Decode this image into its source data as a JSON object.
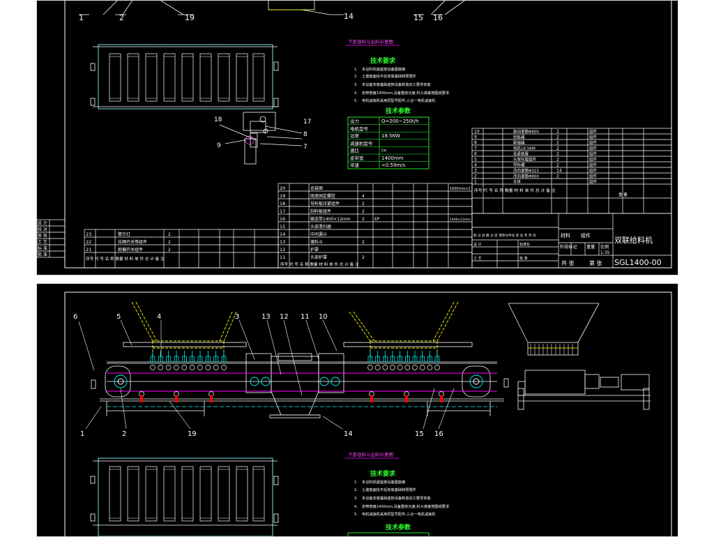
{
  "colors": {
    "sheet_background": "#000000",
    "page_background": "#ffffff",
    "line_white": "#ffffff",
    "line_yellow": "#ffff00",
    "line_cyan": "#00ffff",
    "line_magenta": "#ff00ff",
    "text_green": "#2dff2d",
    "text_magenta": "#ff44ff"
  },
  "top_sheet": {
    "callouts": {
      "n1": "1",
      "n2": "2",
      "n19": "19",
      "n14": "14",
      "n15": "15",
      "n16": "16",
      "n18": "18",
      "n17": "17",
      "n8": "8",
      "n9": "9",
      "n7": "7"
    },
    "magenta_note": "下部混料斗出料示意图",
    "tech_req_title": "技术要求",
    "tech_req_items": [
      "本设料机底座按设备图施做",
      "土建底面找平后安装基础和预埋件",
      "本设备安装基础座按设备制造加工要求安装",
      "皮带宽度1400mm,设备整体长度,料斗高度按图纸要求",
      "电机减速机采用同型号配件,三合一电机减速机"
    ],
    "tech_param_title": "技术参数",
    "tech_params": [
      {
        "label": "出力",
        "value": "Q=200~250t/h"
      },
      {
        "label": "电机型号",
        "value": ""
      },
      {
        "label": "功率",
        "value": "18.5KW"
      },
      {
        "label": "减速机型号",
        "value": ""
      },
      {
        "label": "速比",
        "value": "i="
      },
      {
        "label": "皮带宽",
        "value": "1400mm"
      },
      {
        "label": "带速",
        "value": "<0.59m/s"
      }
    ],
    "right_parts_table": [
      {
        "no": "10",
        "name": "驱动滚筒Φ800",
        "qty": "2",
        "note": "组件"
      },
      {
        "no": "9",
        "name": "刮板器",
        "qty": "2",
        "note": "组件"
      },
      {
        "no": "8",
        "name": "联轴器",
        "qty": "2",
        "note": "组件"
      },
      {
        "no": "7",
        "name": "电机18.5KW",
        "qty": "2",
        "note": "组件"
      },
      {
        "no": "6",
        "name": "张紧装置",
        "qty": "2",
        "note": "组件"
      },
      {
        "no": "5",
        "name": "头架托辊组件",
        "qty": "2",
        "note": "组件"
      },
      {
        "no": "4",
        "name": "导料槽",
        "qty": "2",
        "note": "组件"
      },
      {
        "no": "3",
        "name": "改向滚筒Φ315",
        "qty": "14",
        "note": "组件"
      },
      {
        "no": "2",
        "name": "改向滚筒Φ800",
        "qty": "2",
        "note": "组件"
      },
      {
        "no": "1",
        "name": "车体",
        "qty": "",
        "note": "组件"
      }
    ],
    "right_table_header": "序号 代 号 名 称 数量 材 料 单 件 总 计 备 注",
    "right_table_header_sub": "重 量",
    "middle_parts_table": [
      {
        "no": "20",
        "name": "总装图",
        "qty": ""
      },
      {
        "no": "19",
        "name": "底座固定螺栓",
        "qty": "4"
      },
      {
        "no": "18",
        "name": "导料板压紧组件",
        "qty": "2"
      },
      {
        "no": "17",
        "name": "刮料板组件",
        "qty": "2"
      },
      {
        "no": "16",
        "name": "输送带1400×12mm",
        "qty": "2"
      },
      {
        "no": "15",
        "name": "头部清扫器",
        "qty": ""
      },
      {
        "no": "14",
        "name": "中间漏斗",
        "qty": ""
      },
      {
        "no": "13",
        "name": "落料斗",
        "qty": "2"
      },
      {
        "no": "12",
        "name": "护罩",
        "qty": ""
      },
      {
        "no": "11",
        "name": "头部护罩",
        "qty": "2"
      }
    ],
    "middle_table_extra": {
      "r20": "1600mm×2",
      "r16": "EP",
      "r16b": "1400×12mm"
    },
    "left_parts_table": [
      {
        "no": "23",
        "name": "警示灯",
        "qty": "2"
      },
      {
        "no": "22",
        "name": "拉绳开关等组件",
        "qty": "2"
      },
      {
        "no": "21",
        "name": "跑偏开关组件",
        "qty": "2"
      }
    ],
    "bottom_header": "序号 代 号 名 称 数量 材 料 单 件 总 计 备 注",
    "sign_labels": [
      "设 计",
      "校 对",
      "审 核",
      "工 艺",
      "标 准",
      "批 准"
    ],
    "title_block": {
      "material": "材料",
      "component": "组件",
      "stage_mark": "阶段标记",
      "weight": "重量",
      "scale": "比例",
      "scale_value": "1:35",
      "sheet_count": "共  张",
      "sheet_no": "第  张",
      "drawing_name": "双联给料机",
      "drawing_code": "SGL1400-00",
      "mark_row": "标 记 处 数 分 区 更改文件号 签 名 年 月 日",
      "label_design": "设 计",
      "label_process": "工 艺",
      "label_std": "标准化",
      "label_approve": "批 准"
    }
  },
  "bottom_sheet": {
    "callouts": {
      "n6": "6",
      "n5": "5",
      "n4": "4",
      "n3": "3",
      "n13": "13",
      "n12": "12",
      "n11": "11",
      "n10": "10",
      "n1": "1",
      "n2": "2",
      "n19": "19",
      "n14": "14",
      "n15": "15",
      "n16": "16"
    },
    "magenta_note": "下部混料斗出料示意图",
    "tech_req_title": "技术要求",
    "tech_req_items": [
      "本设料机底座按设备图施做",
      "土建底面找平后安装基础和预埋件",
      "本设备安装基础座按设备制造加工要求安装",
      "皮带宽度1400mm,设备整体长度,料斗高度按图纸要求",
      "电机减速机采用同型号配件,三合一电机减速机"
    ],
    "tech_param_title": "技术参数"
  }
}
